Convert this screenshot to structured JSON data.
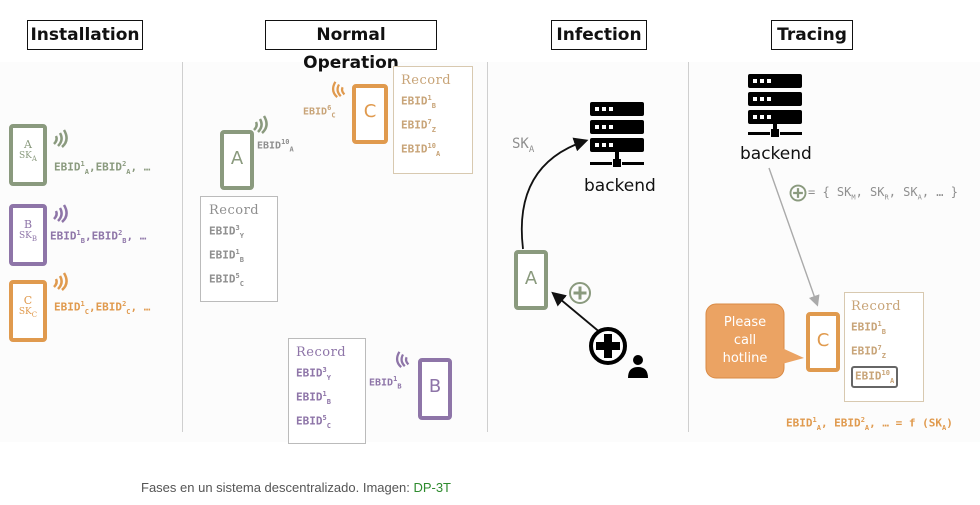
{
  "titles": {
    "installation": "Installation",
    "normal_operation": "Normal Operation",
    "infection": "Infection",
    "tracing": "Tracing"
  },
  "installation": {
    "phones": [
      {
        "letter": "A",
        "key": "SK",
        "key_sub": "A",
        "ebid": "EBID",
        "sup1": "1",
        "sub1": "A",
        "sup2": "2",
        "sub2": "A",
        "tail": ", …"
      },
      {
        "letter": "B",
        "key": "SK",
        "key_sub": "B",
        "ebid": "EBID",
        "sup1": "1",
        "sub1": "B",
        "sup2": "2",
        "sub2": "B",
        "tail": ", …"
      },
      {
        "letter": "C",
        "key": "SK",
        "key_sub": "C",
        "ebid": "EBID",
        "sup1": "1",
        "sub1": "C",
        "sup2": "2",
        "sub2": "C",
        "tail": ", …"
      }
    ]
  },
  "normal": {
    "phone_a": {
      "letter": "A",
      "ebid": "EBID",
      "sup": "10",
      "sub": "A"
    },
    "phone_c": {
      "letter": "C",
      "ebid": "EBID",
      "sup": "6",
      "sub": "C"
    },
    "phone_b": {
      "letter": "B",
      "ebid": "EBID",
      "sup": "1",
      "sub": "B"
    },
    "record_a": {
      "title": "Record",
      "lines": [
        {
          "t": "EBID",
          "sup": "3",
          "sub": "Y"
        },
        {
          "t": "EBID",
          "sup": "1",
          "sub": "B"
        },
        {
          "t": "EBID",
          "sup": "5",
          "sub": "C"
        }
      ]
    },
    "record_c": {
      "title": "Record",
      "lines": [
        {
          "t": "EBID",
          "sup": "1",
          "sub": "B"
        },
        {
          "t": "EBID",
          "sup": "7",
          "sub": "Z"
        },
        {
          "t": "EBID",
          "sup": "10",
          "sub": "A"
        }
      ]
    },
    "record_b": {
      "title": "Record",
      "lines": [
        {
          "t": "EBID",
          "sup": "3",
          "sub": "Y"
        },
        {
          "t": "EBID",
          "sup": "1",
          "sub": "B"
        },
        {
          "t": "EBID",
          "sup": "5",
          "sub": "C"
        }
      ]
    }
  },
  "infection": {
    "sk": "SK",
    "sk_sub": "A",
    "backend": "backend",
    "phone": "A"
  },
  "tracing": {
    "backend": "backend",
    "set_prefix": "= { SK",
    "set_parts": [
      {
        "sub": "M",
        "after": ", SK"
      },
      {
        "sub": "R",
        "after": ", SK"
      },
      {
        "sub": "A",
        "after": ", … }"
      }
    ],
    "bubble": "Please call hotline",
    "phone": "C",
    "record": {
      "title": "Record",
      "lines": [
        {
          "t": "EBID",
          "sup": "1",
          "sub": "B"
        },
        {
          "t": "EBID",
          "sup": "7",
          "sub": "Z"
        },
        {
          "t": "EBID",
          "sup": "10",
          "sub": "A"
        }
      ]
    },
    "formula": {
      "a": "EBID",
      "sup1": "1",
      "sub1": "A",
      "b": ", EBID",
      "sup2": "2",
      "sub2": "A",
      "c": ", … = f (SK",
      "sub3": "A",
      "d": ")"
    }
  },
  "caption": {
    "text": "Fases en un sistema descentralizado. Imagen: ",
    "link": "DP-3T"
  },
  "colors": {
    "green": "#8a9a7e",
    "purple": "#8e75a8",
    "orange": "#e09a4e",
    "bubble": "#eba363"
  }
}
